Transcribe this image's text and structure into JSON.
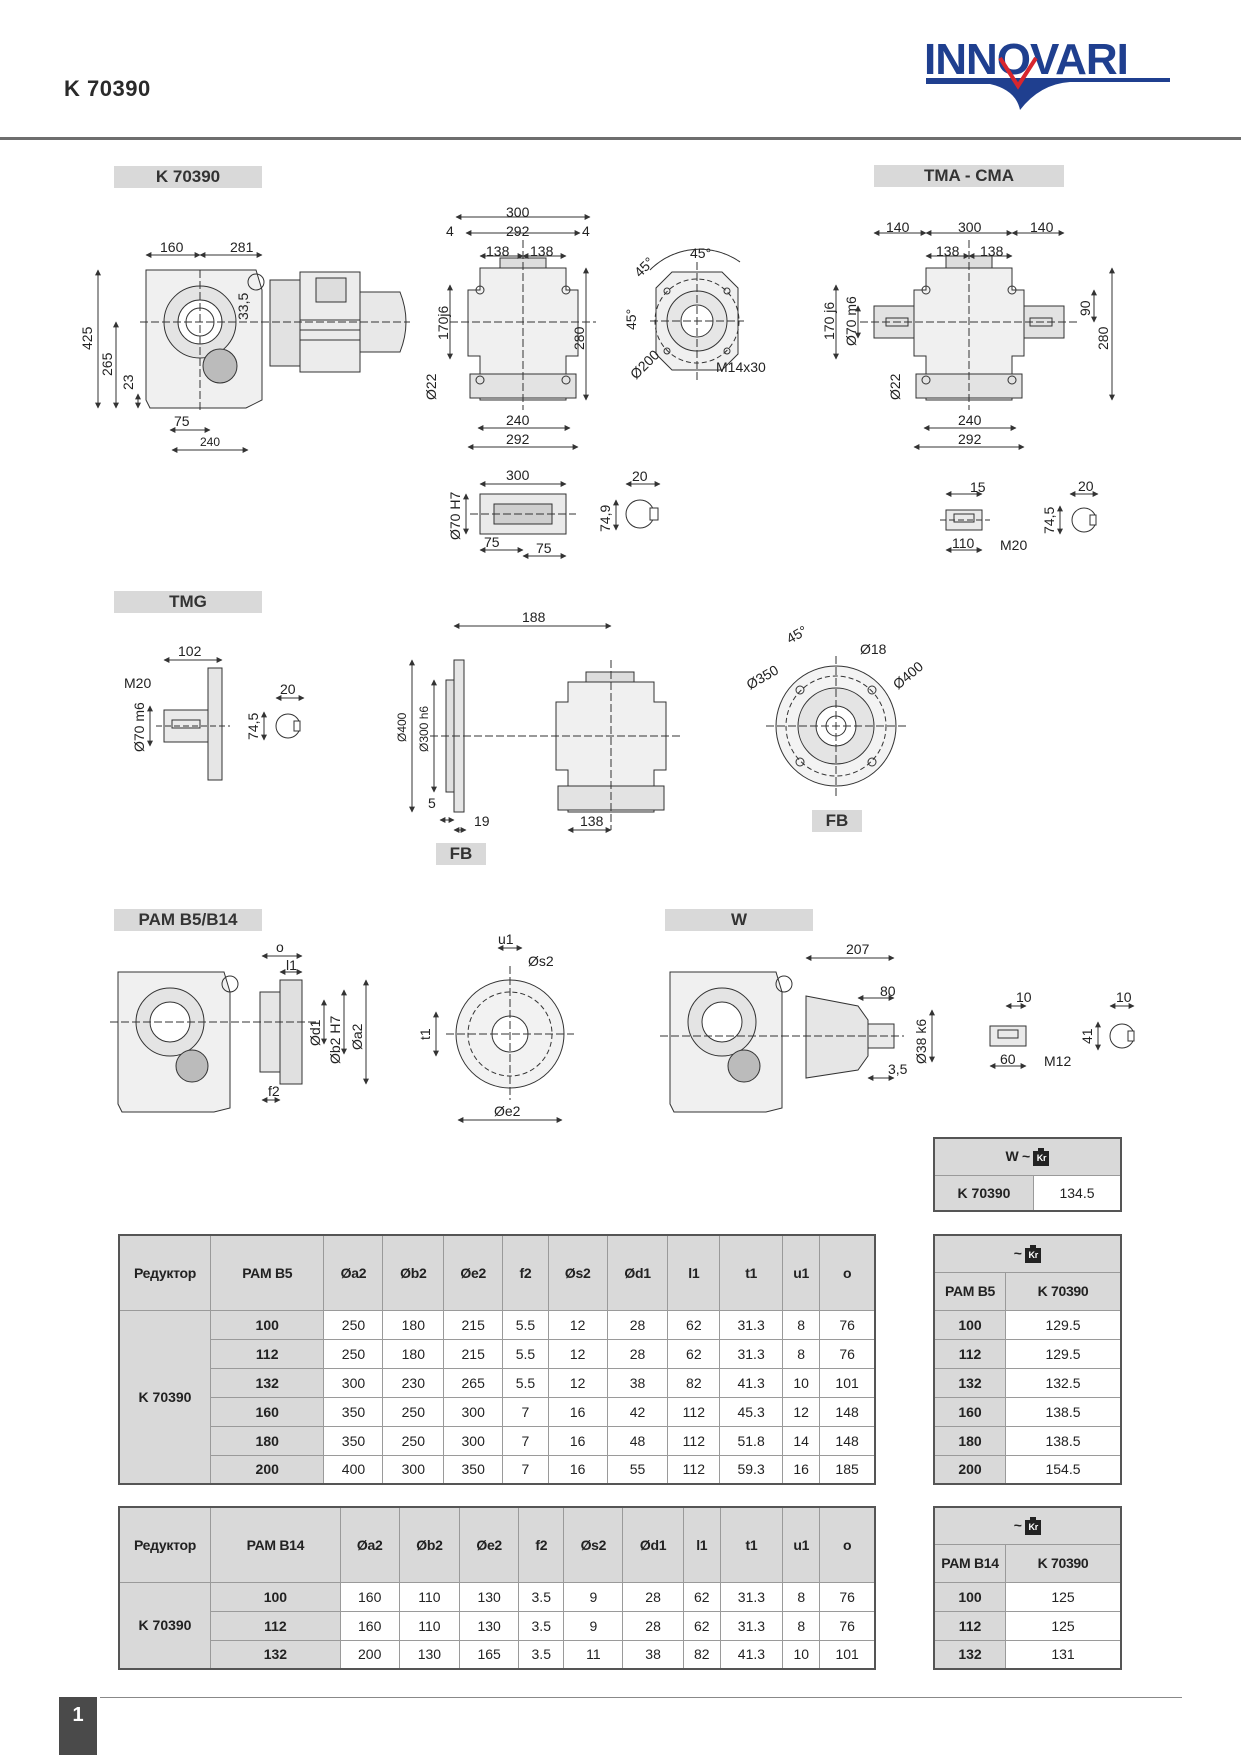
{
  "header": {
    "model": "K 70390",
    "brand": "INNOVARI"
  },
  "sections": {
    "main": "K 70390",
    "tma": "TMA - CMA",
    "tmg": "TMG",
    "pam": "PAM B5/B14",
    "w": "W",
    "fb1": "FB",
    "fb2": "FB"
  },
  "dims": {
    "main_side": [
      "160",
      "281",
      "425",
      "265",
      "23",
      "33,5",
      "75",
      "240"
    ],
    "front": [
      "300",
      "292",
      "4",
      "4",
      "138",
      "138",
      "170j6",
      "280",
      "Ø22",
      "240",
      "292"
    ],
    "flange": [
      "45°",
      "45°",
      "45°",
      "Ø200",
      "M14x30"
    ],
    "tma": [
      "140",
      "300",
      "140",
      "138",
      "138",
      "170 j6",
      "Ø70 m6",
      "90",
      "280",
      "Ø22",
      "240",
      "292"
    ],
    "hollow": [
      "300",
      "Ø70 H7",
      "75",
      "75",
      "20",
      "74,9"
    ],
    "tma_shaft": [
      "15",
      "110",
      "M20",
      "20",
      "74,5"
    ],
    "tmg": [
      "102",
      "M20",
      "Ø70 m6",
      "20",
      "74,5"
    ],
    "fb_side": [
      "188",
      "Ø400",
      "Ø300 h6",
      "5",
      "19",
      "138"
    ],
    "fb_front": [
      "45°",
      "Ø18",
      "Ø350",
      "Ø400"
    ],
    "pam": [
      "o",
      "l1",
      "Ød1",
      "Øb2 H7",
      "Øa2",
      "f2",
      "u1",
      "Øs2",
      "t1",
      "Øe2"
    ],
    "w": [
      "207",
      "80",
      "Ø38 k6",
      "3,5",
      "10",
      "60",
      "M12",
      "10",
      "41"
    ]
  },
  "weight_w": {
    "title": "W ~",
    "model": "K 70390",
    "value": "134.5"
  },
  "table_b5": {
    "headers": [
      "Редуктор",
      "PAM B5",
      "Øa2",
      "Øb2",
      "Øe2",
      "f2",
      "Øs2",
      "Ød1",
      "l1",
      "t1",
      "u1",
      "o"
    ],
    "model": "K 70390",
    "rows": [
      [
        "100",
        "250",
        "180",
        "215",
        "5.5",
        "12",
        "28",
        "62",
        "31.3",
        "8",
        "76"
      ],
      [
        "112",
        "250",
        "180",
        "215",
        "5.5",
        "12",
        "28",
        "62",
        "31.3",
        "8",
        "76"
      ],
      [
        "132",
        "300",
        "230",
        "265",
        "5.5",
        "12",
        "38",
        "82",
        "41.3",
        "10",
        "101"
      ],
      [
        "160",
        "350",
        "250",
        "300",
        "7",
        "16",
        "42",
        "112",
        "45.3",
        "12",
        "148"
      ],
      [
        "180",
        "350",
        "250",
        "300",
        "7",
        "16",
        "48",
        "112",
        "51.8",
        "14",
        "148"
      ],
      [
        "200",
        "400",
        "300",
        "350",
        "7",
        "16",
        "55",
        "112",
        "59.3",
        "16",
        "185"
      ]
    ]
  },
  "weight_b5": {
    "title": "~",
    "col1": "PAM B5",
    "col2": "K 70390",
    "rows": [
      [
        "100",
        "129.5"
      ],
      [
        "112",
        "129.5"
      ],
      [
        "132",
        "132.5"
      ],
      [
        "160",
        "138.5"
      ],
      [
        "180",
        "138.5"
      ],
      [
        "200",
        "154.5"
      ]
    ]
  },
  "table_b14": {
    "headers": [
      "Редуктор",
      "PAM B14",
      "Øa2",
      "Øb2",
      "Øe2",
      "f2",
      "Øs2",
      "Ød1",
      "l1",
      "t1",
      "u1",
      "o"
    ],
    "model": "K 70390",
    "rows": [
      [
        "100",
        "160",
        "110",
        "130",
        "3.5",
        "9",
        "28",
        "62",
        "31.3",
        "8",
        "76"
      ],
      [
        "112",
        "160",
        "110",
        "130",
        "3.5",
        "9",
        "28",
        "62",
        "31.3",
        "8",
        "76"
      ],
      [
        "132",
        "200",
        "130",
        "165",
        "3.5",
        "11",
        "38",
        "82",
        "41.3",
        "10",
        "101"
      ]
    ]
  },
  "weight_b14": {
    "title": "~",
    "col1": "PAM B14",
    "col2": "K 70390",
    "rows": [
      [
        "100",
        "125"
      ],
      [
        "112",
        "125"
      ],
      [
        "132",
        "131"
      ]
    ]
  },
  "weight_icon_label": "Kr",
  "footer": {
    "page": "1"
  },
  "colors": {
    "brand_blue": "#1f3f8f",
    "brand_red": "#d8262e",
    "label_gray": "#d9d9d9"
  }
}
